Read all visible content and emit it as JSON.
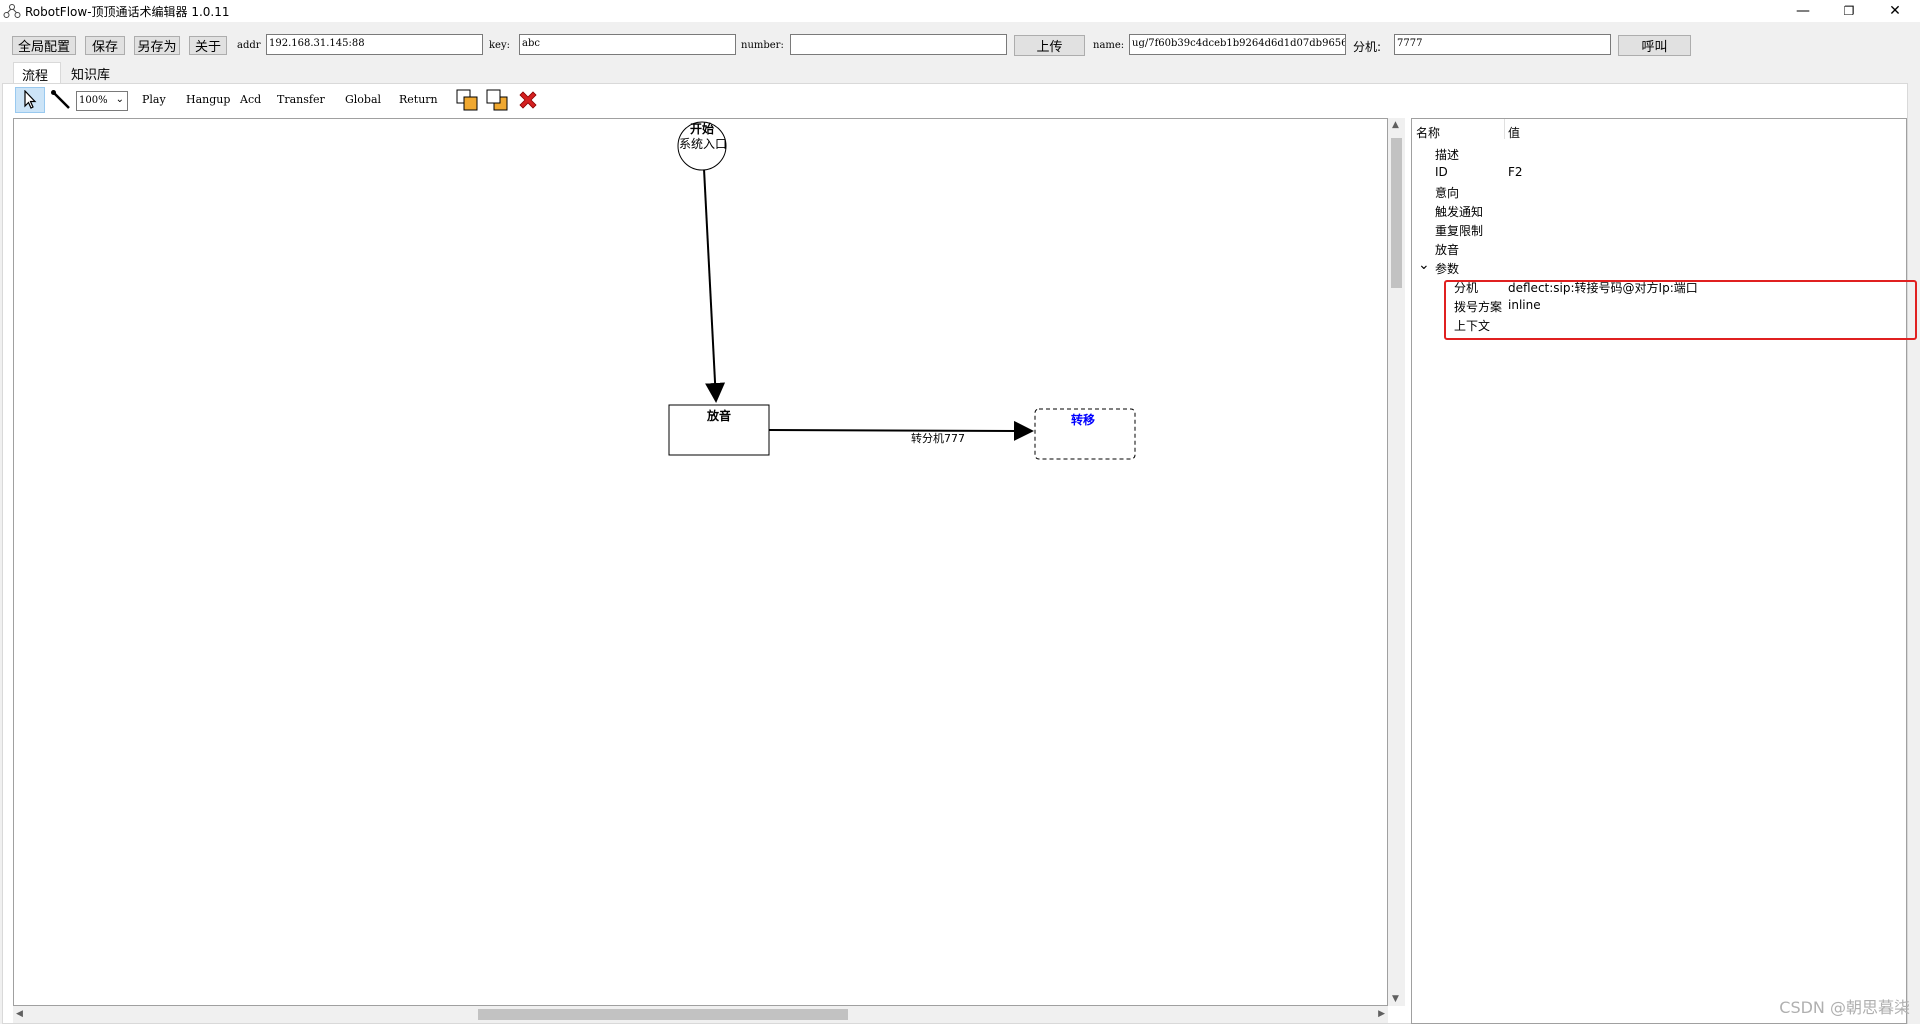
{
  "window": {
    "title": "RobotFlow-顶顶通话术编辑器  1.0.11",
    "minimize": "—",
    "restore": "❐",
    "close": "✕"
  },
  "toolbar": {
    "global_config": "全局配置",
    "save": "保存",
    "save_as": "另存为",
    "about": "关于",
    "addr_label": "addr",
    "addr_value": "192.168.31.145:88",
    "key_label": "key:",
    "key_value": "abc",
    "number_label": "number:",
    "number_value": "",
    "upload": "上传",
    "name_label": "name:",
    "name_value": "ug/7f60b39c4dceb1b9264d6d1d07db9656",
    "ext_label": "分机:",
    "ext_value": "7777",
    "call": "呼叫"
  },
  "tabs": [
    "流程",
    "知识库"
  ],
  "editor_toolbar": {
    "zoom": "100%",
    "tools": [
      "Play",
      "Hangup",
      "Acd",
      "Transfer",
      "Global",
      "Return"
    ]
  },
  "flow": {
    "start_title": "开始",
    "start_sub": "系统入口",
    "play_node": "放音",
    "transfer_node": "转移",
    "edge_label": "转分机777"
  },
  "properties": {
    "col_name": "名称",
    "col_value": "值",
    "rows": [
      {
        "name": "描述",
        "value": ""
      },
      {
        "name": "ID",
        "value": "F2"
      },
      {
        "name": "意向",
        "value": ""
      },
      {
        "name": "触发通知",
        "value": ""
      },
      {
        "name": "重复限制",
        "value": ""
      },
      {
        "name": "放音",
        "value": ""
      },
      {
        "name": "参数",
        "value": ""
      }
    ],
    "params": [
      {
        "name": "分机",
        "value": "deflect:sip:转接号码@对方Ip:端口"
      },
      {
        "name": "拨号方案",
        "value": "inline"
      },
      {
        "name": "上下文",
        "value": ""
      }
    ],
    "expand_glyph": "⌄"
  },
  "watermark": "CSDN @朝思暮柒",
  "colors": {
    "accent_red": "#e02020",
    "transfer_blue": "#0000ff",
    "delete_red": "#d42020"
  }
}
